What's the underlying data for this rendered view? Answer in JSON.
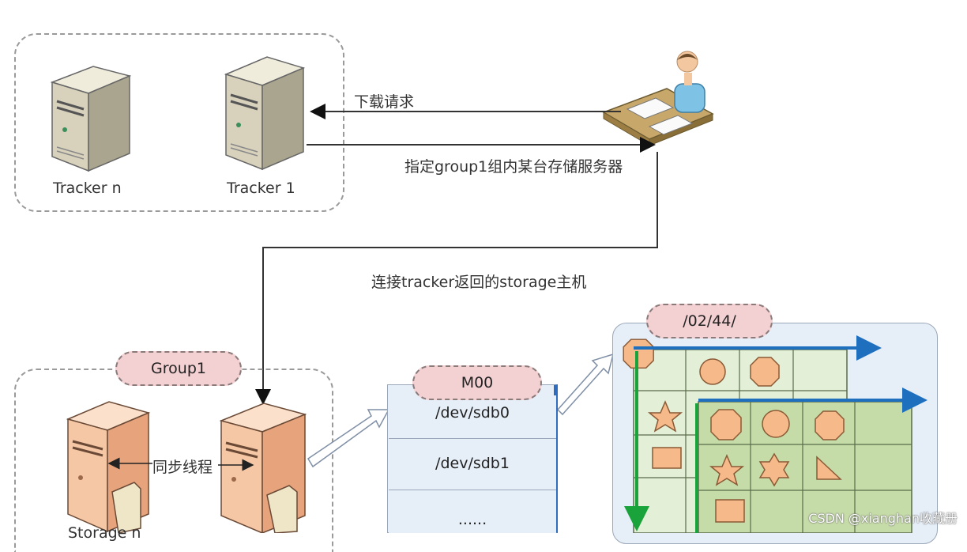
{
  "trackers": {
    "tracker_n": "Tracker n",
    "tracker_1": "Tracker 1"
  },
  "flows": {
    "download_request": "下载请求",
    "assign_server": "指定group1组内某台存储服务器",
    "connect_storage": "连接tracker返回的storage主机"
  },
  "group": {
    "title": "Group1",
    "sync_thread": "同步线程",
    "storage_n": "Storage n"
  },
  "store": {
    "title": "M00",
    "disks": [
      "/dev/sdb0",
      "/dev/sdb1",
      "......"
    ]
  },
  "dir": {
    "title": "/02/44/"
  },
  "watermark": "CSDN @xianghan收藏册",
  "colors": {
    "arrow_blue": "#1f6fbf",
    "arrow_green": "#1aa33a",
    "grid_green": "#b9d49a",
    "server_peach": "#f6c7a5",
    "pill_pink": "#f3d0d2"
  }
}
